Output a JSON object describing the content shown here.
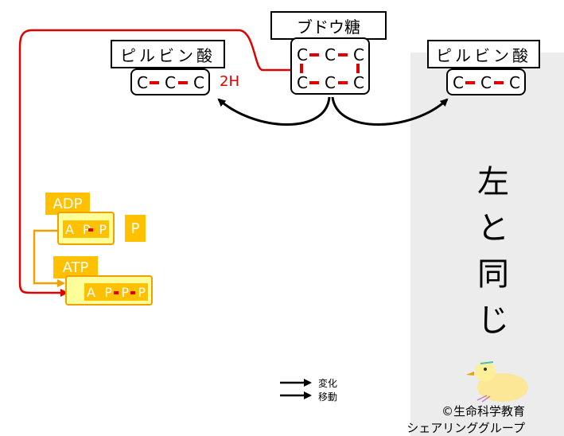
{
  "glucose": {
    "label": "ブドウ糖",
    "atoms": [
      "C",
      "C",
      "C",
      "C",
      "C",
      "C"
    ]
  },
  "pyruvate_left": {
    "label": "ピルビン酸",
    "atoms": [
      "C",
      "C",
      "C"
    ],
    "hydrogen": "2H"
  },
  "pyruvate_right": {
    "label": "ピルビン酸",
    "atoms": [
      "C",
      "C",
      "C"
    ]
  },
  "side_note": "左と同じ",
  "adp": {
    "tag": "ADP",
    "strip": [
      "A",
      "P",
      "P"
    ],
    "phosphate": "P"
  },
  "atp": {
    "tag": "ATP",
    "strip": [
      "A",
      "P",
      "P",
      "P"
    ]
  },
  "legend": {
    "change": "変化",
    "move": "移動"
  },
  "credit": {
    "line1": "©生命科学教育",
    "line2": "シェアリンググループ"
  },
  "colors": {
    "bond_red": "#e00000",
    "arrow_red": "#e00000",
    "atp_orange": "#ffc000",
    "arrow_orange": "#f0a000",
    "panel_gray": "#ececec"
  }
}
